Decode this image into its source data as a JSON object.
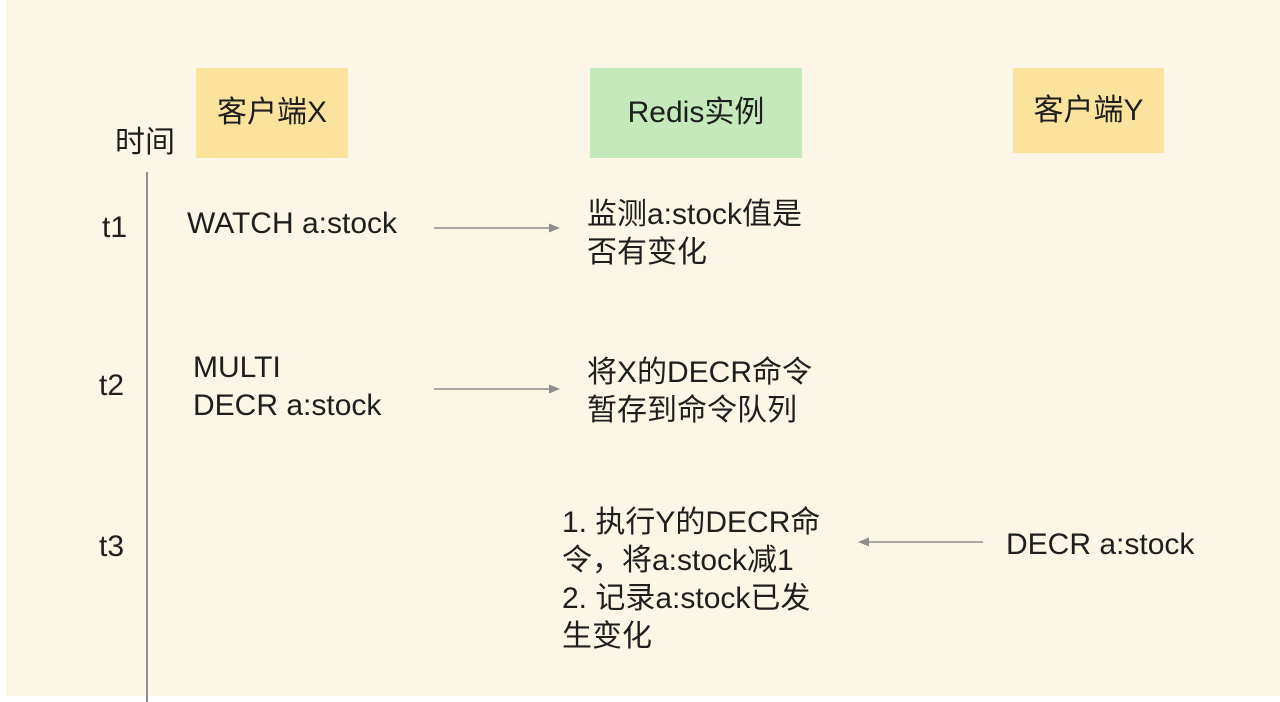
{
  "headers": {
    "client_x": "客户端X",
    "redis": "Redis实例",
    "client_y": "客户端Y"
  },
  "time_axis": {
    "label": "时间",
    "ticks": [
      "t1",
      "t2",
      "t3"
    ]
  },
  "steps": {
    "t1": {
      "client_x_lines": [
        "WATCH a:stock"
      ],
      "redis_lines": [
        "监测a:stock值是",
        "否有变化"
      ]
    },
    "t2": {
      "client_x_lines": [
        "MULTI",
        "DECR a:stock"
      ],
      "redis_lines": [
        "将X的DECR命令",
        "暂存到命令队列"
      ]
    },
    "t3": {
      "client_y_lines": [
        "DECR a:stock"
      ],
      "redis_lines": [
        "1. 执行Y的DECR命",
        "令，将a:stock减1",
        "2. 记录a:stock已发",
        "生变化"
      ]
    }
  },
  "colors": {
    "background": "#fbf6e6",
    "client_header": "#fbe39e",
    "redis_header": "#c6e9bb",
    "line": "#8e8e8e"
  }
}
